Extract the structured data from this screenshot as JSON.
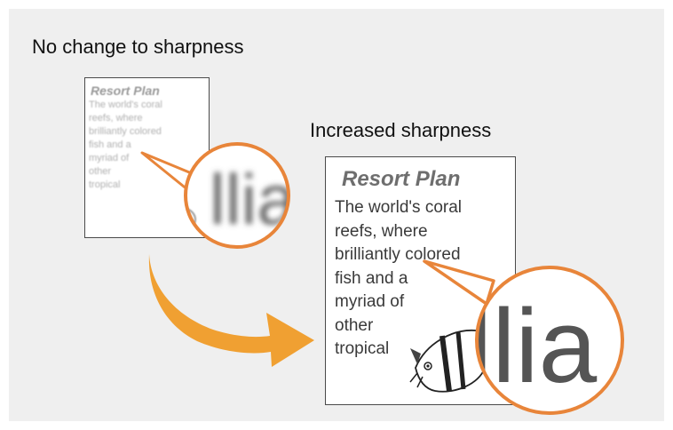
{
  "captions": {
    "before": "No change to sharpness",
    "after": "Increased sharpness"
  },
  "document": {
    "title": "Resort Plan",
    "lines": [
      "The world's coral",
      "reefs, where",
      "brilliantly colored",
      "fish and a",
      "myriad of",
      "other",
      "tropical"
    ]
  },
  "magnifier": {
    "text": "llia"
  },
  "colors": {
    "panel": "#efefef",
    "magnifier_ring": "#e8853a",
    "arrow": "#f0a032"
  },
  "icons": [
    "fish-illustration",
    "curved-arrow"
  ]
}
